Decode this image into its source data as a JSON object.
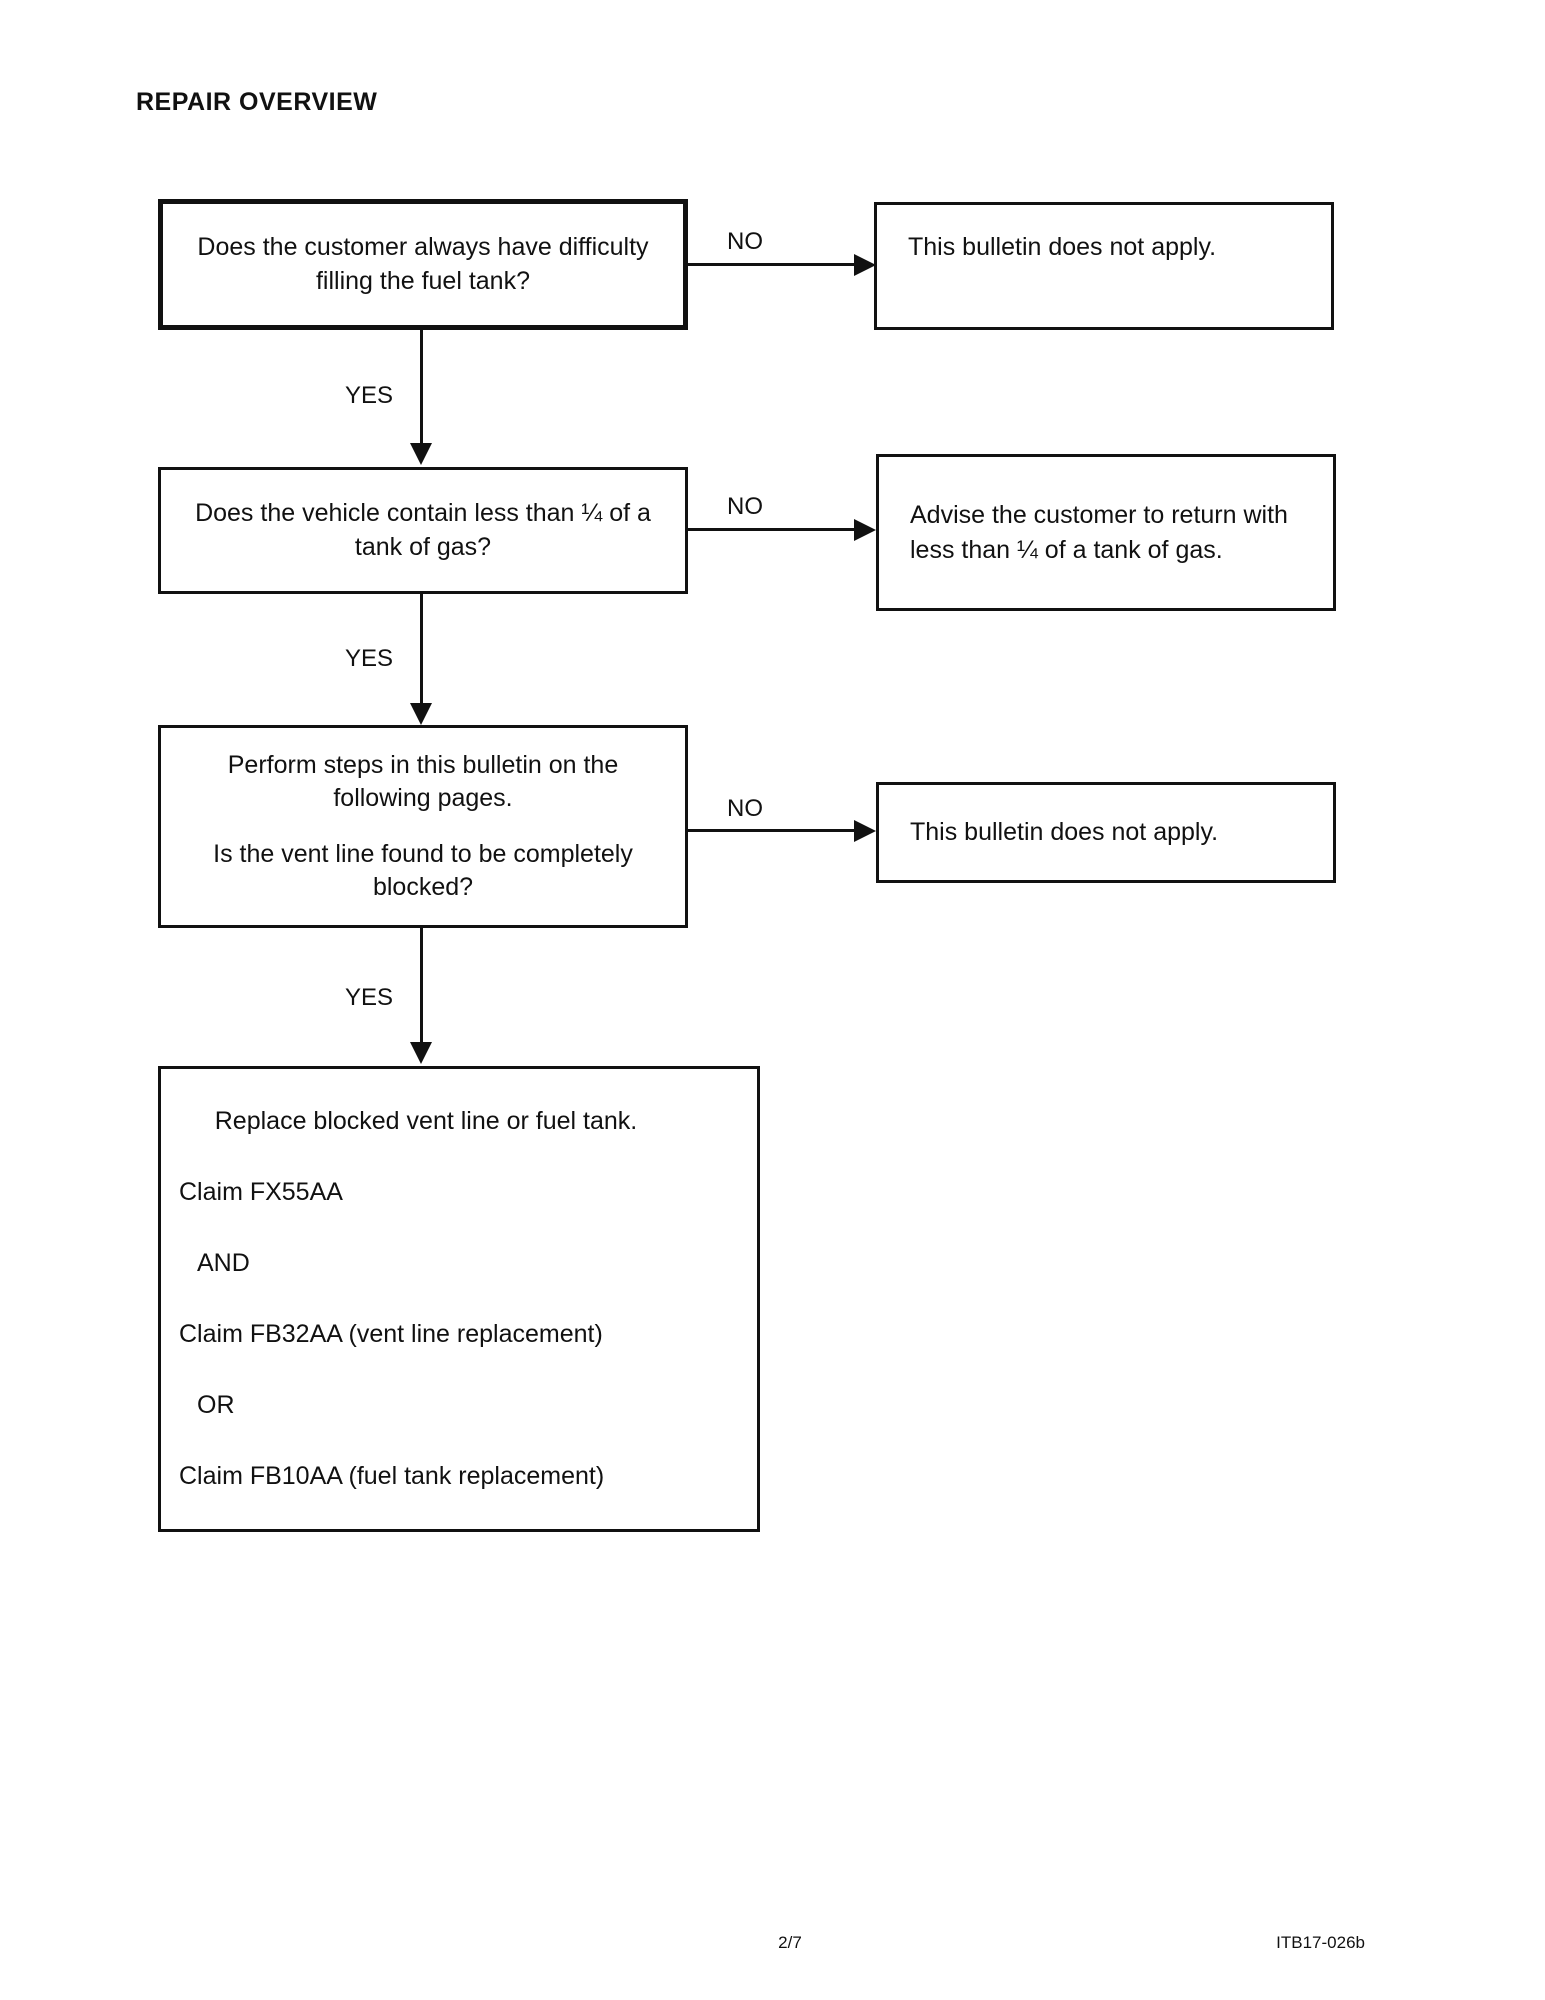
{
  "title": "REPAIR OVERVIEW",
  "flowchart": {
    "labels": {
      "yes": "YES",
      "no": "NO"
    },
    "decisions": {
      "d1": "Does the customer always have difficulty filling the fuel tank?",
      "d2": "Does the vehicle contain less than ¼ of a tank of gas?",
      "d3_para1": "Perform steps in this bulletin on the following pages.",
      "d3_para2": "Is the vent line found to be completely blocked?"
    },
    "outcomes": {
      "o1": "This bulletin does not apply.",
      "o2_line1": "Advise the customer to return with",
      "o2_line2": "less than ¼ of a tank of gas.",
      "o3": "This bulletin does not apply."
    },
    "action": {
      "title": "Replace blocked vent line or fuel tank.",
      "claim1": "Claim FX55AA",
      "conj1": "AND",
      "claim2": "Claim FB32AA (vent line replacement)",
      "conj2": "OR",
      "claim3": "Claim FB10AA (fuel tank replacement)"
    }
  },
  "footer": {
    "page": "2/7",
    "bulletin": "ITB17-026b"
  }
}
